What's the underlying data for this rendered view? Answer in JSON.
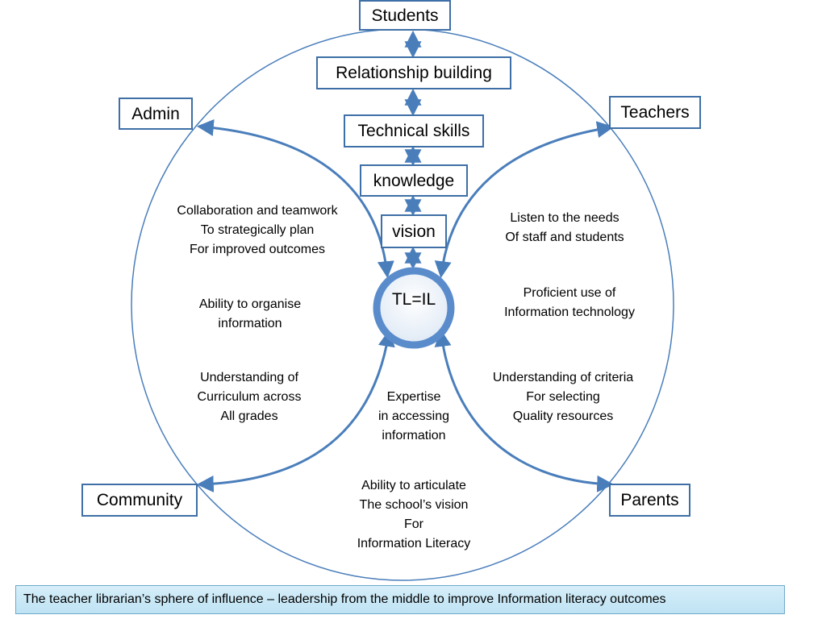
{
  "center": "TL=IL",
  "top_column": {
    "students": "Students",
    "relationship": "Relationship building",
    "technical": "Technical skills",
    "knowledge": "knowledge",
    "vision": "vision"
  },
  "corners": {
    "admin": "Admin",
    "teachers": "Teachers",
    "community": "Community",
    "parents": "Parents"
  },
  "left_texts": {
    "collaboration": [
      "Collaboration and teamwork",
      "To strategically plan",
      "For improved outcomes"
    ],
    "organise": [
      "Ability to organise",
      "information"
    ],
    "curriculum": [
      "Understanding of",
      "Curriculum across",
      "All grades"
    ]
  },
  "right_texts": {
    "listen": [
      "Listen to the needs",
      "Of staff and students"
    ],
    "proficient": [
      "Proficient use of",
      "Information technology"
    ],
    "criteria": [
      "Understanding of criteria",
      "For selecting",
      "Quality resources"
    ]
  },
  "bottom_texts": {
    "expertise": [
      "Expertise",
      "in accessing",
      "information"
    ],
    "articulate": [
      "Ability to articulate",
      "The school’s vision",
      "For",
      "Information Literacy"
    ]
  },
  "caption": "The teacher librarian’s sphere of influence – leadership from the middle to improve Information literacy outcomes",
  "colors": {
    "line": "#4a7ebb",
    "box_border": "#3e6fa6",
    "caption_fill": "#c8e8f7"
  }
}
